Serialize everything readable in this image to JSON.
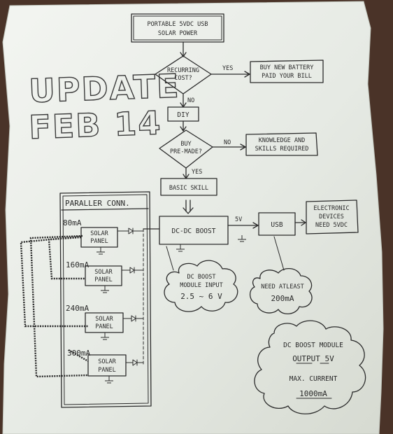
{
  "title_box": {
    "line1": "PORTABLE 5VDC USB",
    "line2": "SOLAR POWER"
  },
  "update_note": {
    "line1": "UPDATE",
    "line2": "FEB 14"
  },
  "decision_recurring": {
    "line1": "RECURRING",
    "line2": "COST?"
  },
  "label_yes_1": "YES",
  "buy_box": {
    "line1": "BUY NEW BATTERY",
    "line2": "PAID YOUR BILL"
  },
  "label_no_1": "NO",
  "diy_box": "DIY",
  "decision_premade": {
    "line1": "BUY",
    "line2": "PRE-MADE?"
  },
  "label_no_2": "NO",
  "knowledge_box": {
    "line1": "KNOWLEDGE AND",
    "line2": "SKILLS REQUIRED"
  },
  "label_yes_2": "YES",
  "basic_skill_box": "BASIC SKILL",
  "boost_box": "DC-DC BOOST",
  "label_5v": "5V",
  "usb_box": "USB",
  "electronic_note": {
    "line1": "ELECTRONIC",
    "line2": "DEVICES",
    "line3": "NEED 5VDC"
  },
  "parallel_label": "PARALLER CONN.",
  "panels": [
    {
      "current": "80mA",
      "line1": "SOLAR",
      "line2": "PANEL"
    },
    {
      "current": "160mA",
      "line1": "SOLAR",
      "line2": "PANEL"
    },
    {
      "current": "240mA",
      "line1": "SOLAR",
      "line2": "PANEL"
    },
    {
      "current": "300mA",
      "line1": "SOLAR",
      "line2": "PANEL"
    }
  ],
  "cloud_input": {
    "line1": "DC BOOST",
    "line2": "MODULE INPUT",
    "line3": "2.5 ~ 6 V"
  },
  "cloud_need": {
    "line1": "NEED ATLEAST",
    "line2": "200mA"
  },
  "cloud_output": {
    "line1": "DC BOOST MODULE",
    "line2": "OUTPUT 5V",
    "line3": "MAX. CURRENT",
    "line4": "1000mA"
  }
}
